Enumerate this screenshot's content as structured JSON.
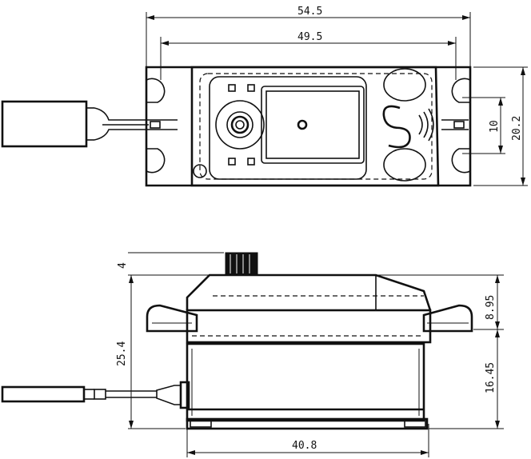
{
  "top_view": {
    "dimensions": {
      "overall_length": "54.5",
      "hole_spacing": "49.5",
      "hole_pitch": "10",
      "width": "20.2"
    },
    "logo_letter": "S"
  },
  "side_view": {
    "dimensions": {
      "spline_height": "4",
      "total_height": "25.4",
      "top_to_mount": "8.95",
      "mount_to_base": "16.45",
      "case_length": "40.8"
    }
  }
}
